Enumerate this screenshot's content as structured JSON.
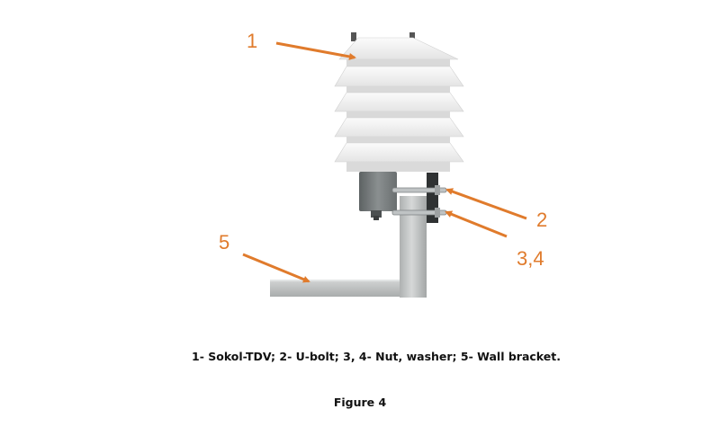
{
  "diagram": {
    "callouts": {
      "c1": "1",
      "c2": "2",
      "c34": "3,4",
      "c5": "5"
    },
    "caption": "1- Sokol-TDV; 2- U-bolt; 3, 4- Nut, washer; 5- Wall bracket.",
    "figure_label": "Figure 4"
  },
  "colors": {
    "callout": "#e07b2c",
    "shield": "#f3f3f3",
    "pole": "#c9cbcb",
    "box": "#7f8485"
  }
}
